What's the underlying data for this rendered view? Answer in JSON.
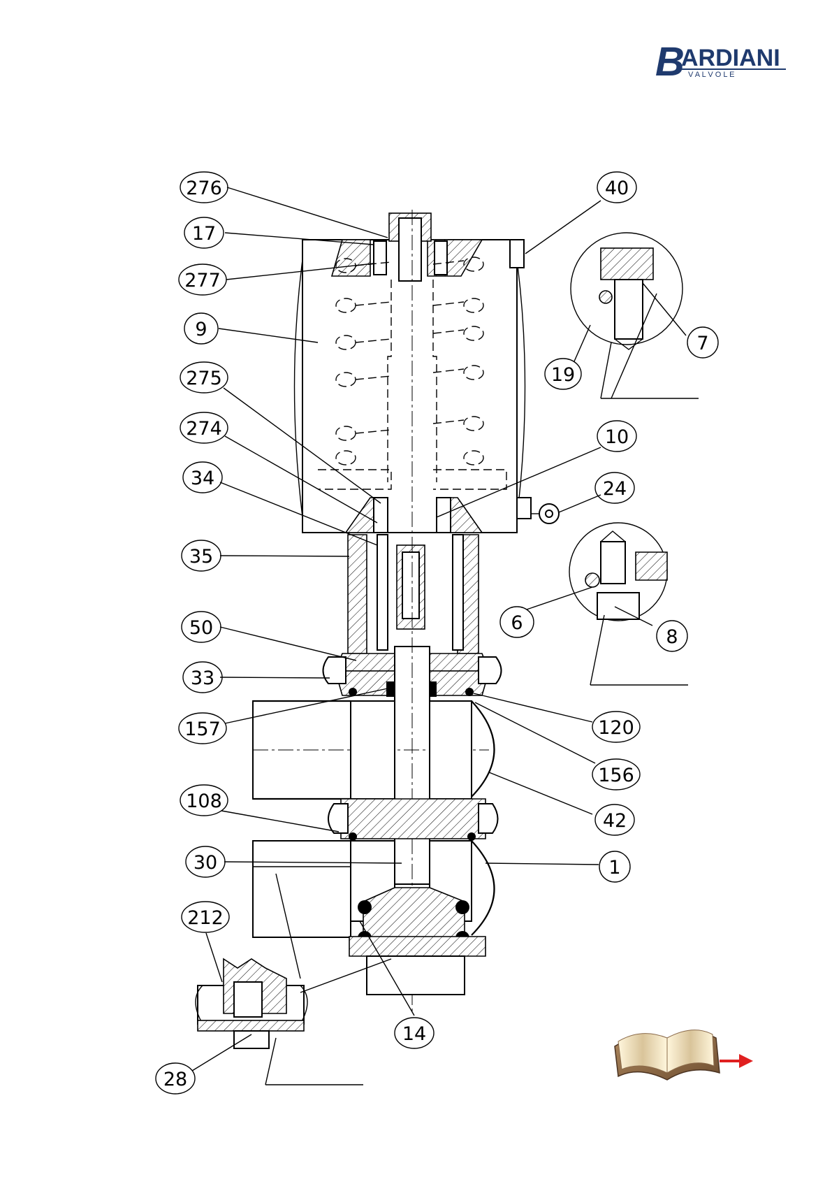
{
  "brand": {
    "letter": "B",
    "name": "ARDIANI",
    "sub": "V A L V O L E",
    "color": "#1f3a6e"
  },
  "callouts": [
    {
      "id": "c276",
      "label": "276"
    },
    {
      "id": "c17",
      "label": "17"
    },
    {
      "id": "c277",
      "label": "277"
    },
    {
      "id": "c9",
      "label": "9"
    },
    {
      "id": "c275",
      "label": "275"
    },
    {
      "id": "c274",
      "label": "274"
    },
    {
      "id": "c34",
      "label": "34"
    },
    {
      "id": "c35",
      "label": "35"
    },
    {
      "id": "c50",
      "label": "50"
    },
    {
      "id": "c33",
      "label": "33"
    },
    {
      "id": "c157",
      "label": "157"
    },
    {
      "id": "c108",
      "label": "108"
    },
    {
      "id": "c30",
      "label": "30"
    },
    {
      "id": "c212",
      "label": "212"
    },
    {
      "id": "c28",
      "label": "28"
    },
    {
      "id": "c14",
      "label": "14"
    },
    {
      "id": "c40",
      "label": "40"
    },
    {
      "id": "c7",
      "label": "7"
    },
    {
      "id": "c19",
      "label": "19"
    },
    {
      "id": "c10",
      "label": "10"
    },
    {
      "id": "c24",
      "label": "24"
    },
    {
      "id": "c6",
      "label": "6"
    },
    {
      "id": "c8",
      "label": "8"
    },
    {
      "id": "c120",
      "label": "120"
    },
    {
      "id": "c156",
      "label": "156"
    },
    {
      "id": "c42",
      "label": "42"
    },
    {
      "id": "c1",
      "label": "1"
    }
  ],
  "icons": {
    "manual": "open-book-icon",
    "next": "red-arrow-right-icon"
  },
  "colors": {
    "arrow": "#e02020",
    "book_cover": "#8a6a4a",
    "book_pages": "#f2e6c8"
  }
}
